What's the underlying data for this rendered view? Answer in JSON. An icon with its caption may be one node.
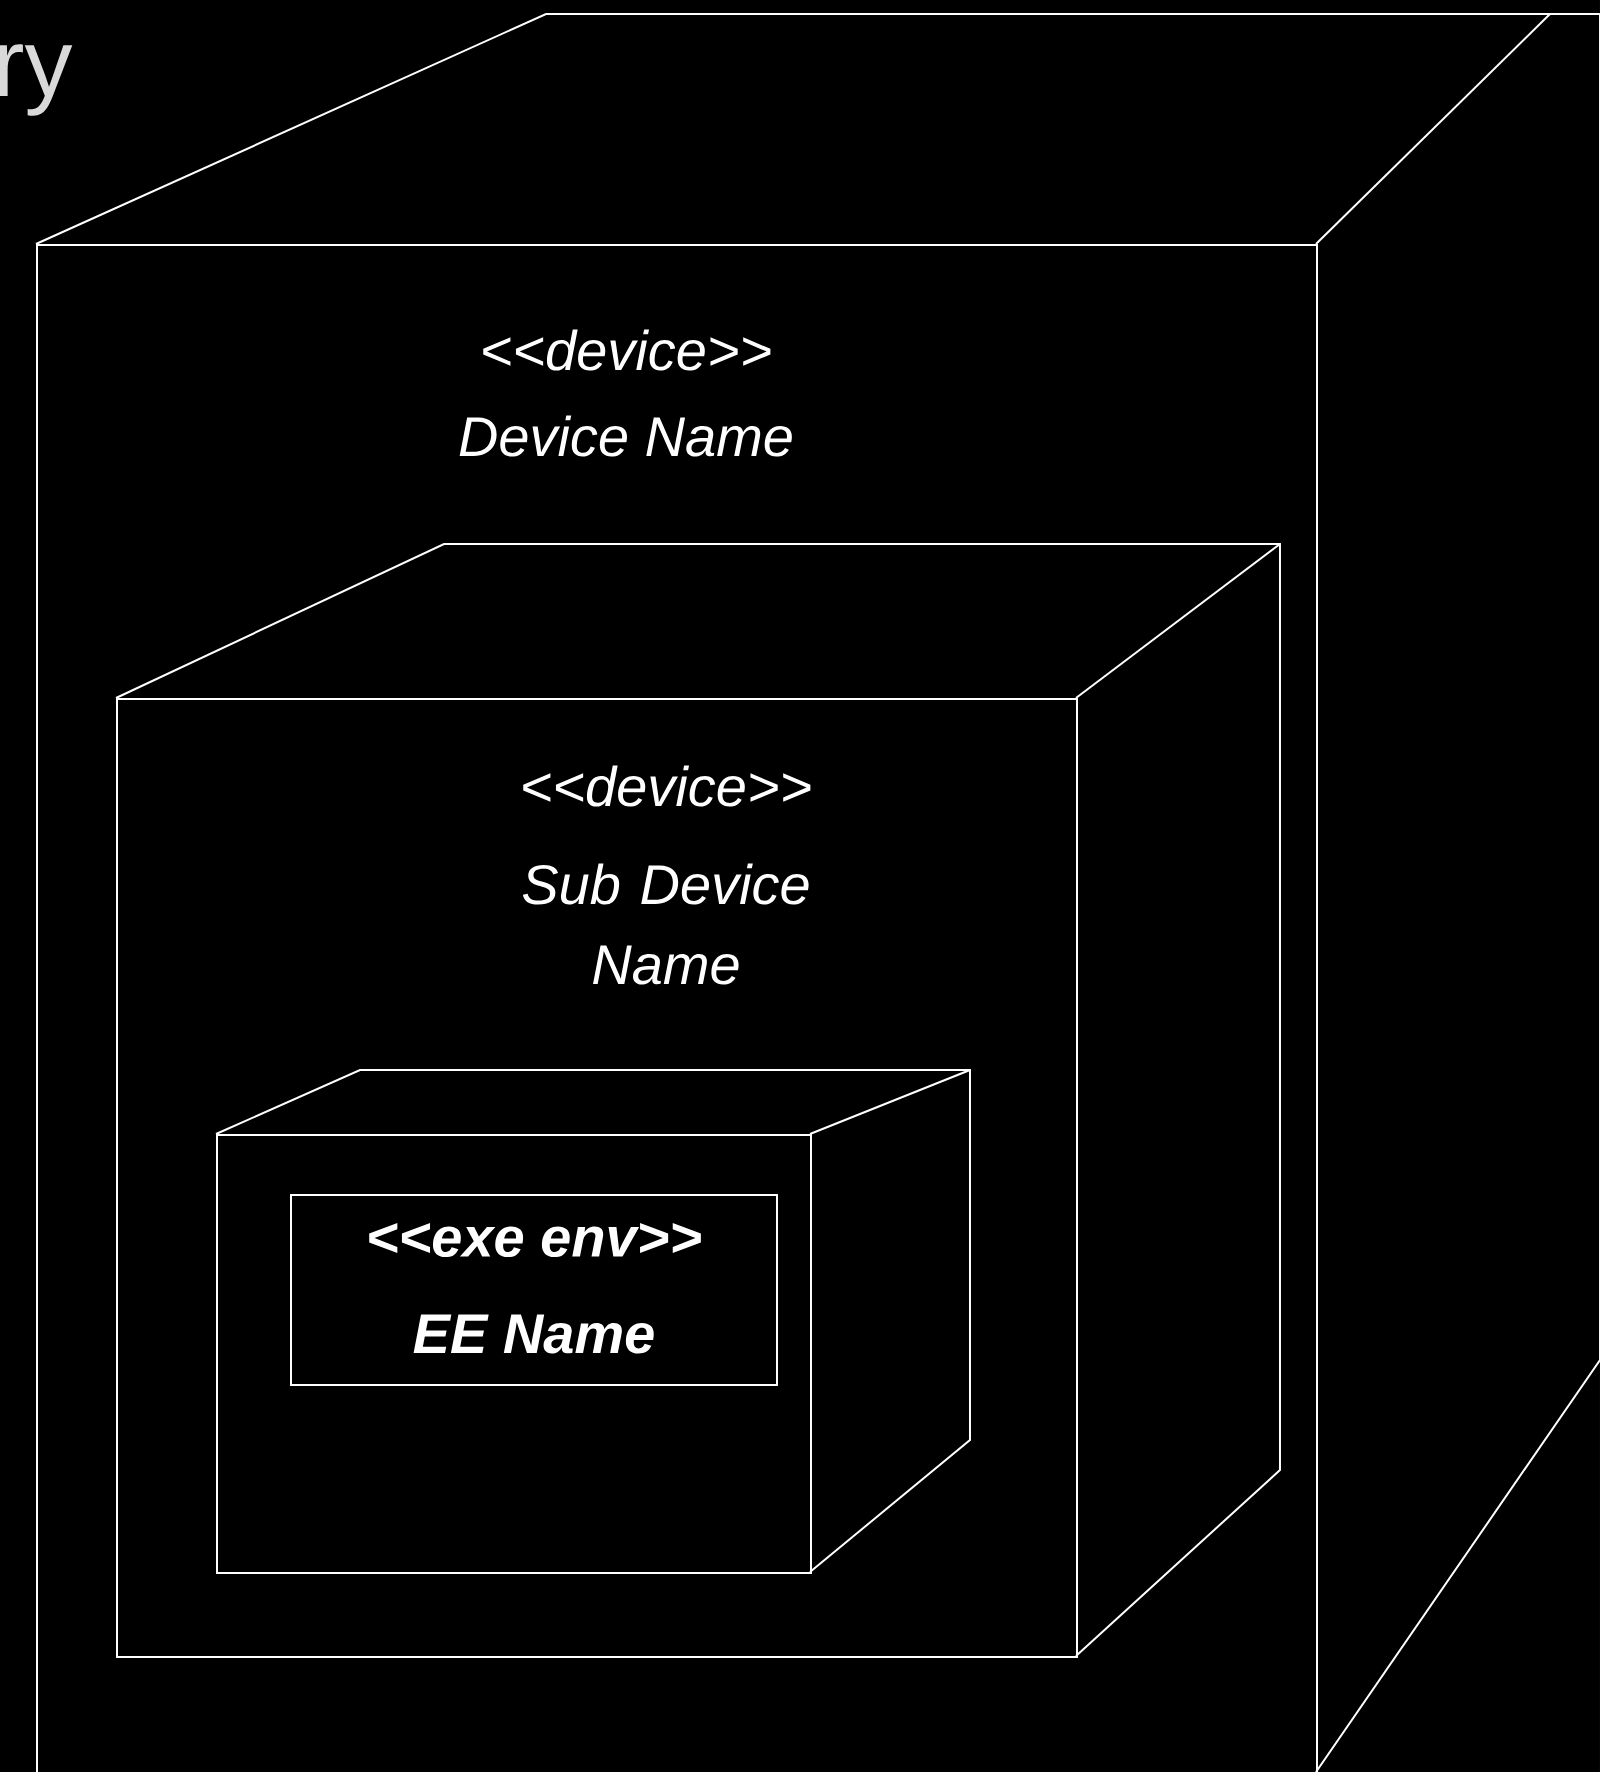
{
  "diagram": {
    "nodes": [
      {
        "text": [
          "<<device>>",
          "Device Name"
        ]
      },
      {
        "text": [
          "<<device>>",
          "Sub Device Name"
        ],
        "in": 0
      },
      {
        "text": [],
        "shape": "box",
        "in": 1
      },
      {
        "text": [
          "<<exe env>>",
          "EE Name"
        ],
        "in": 2
      }
    ],
    "labels": [
      "ry"
    ]
  }
}
